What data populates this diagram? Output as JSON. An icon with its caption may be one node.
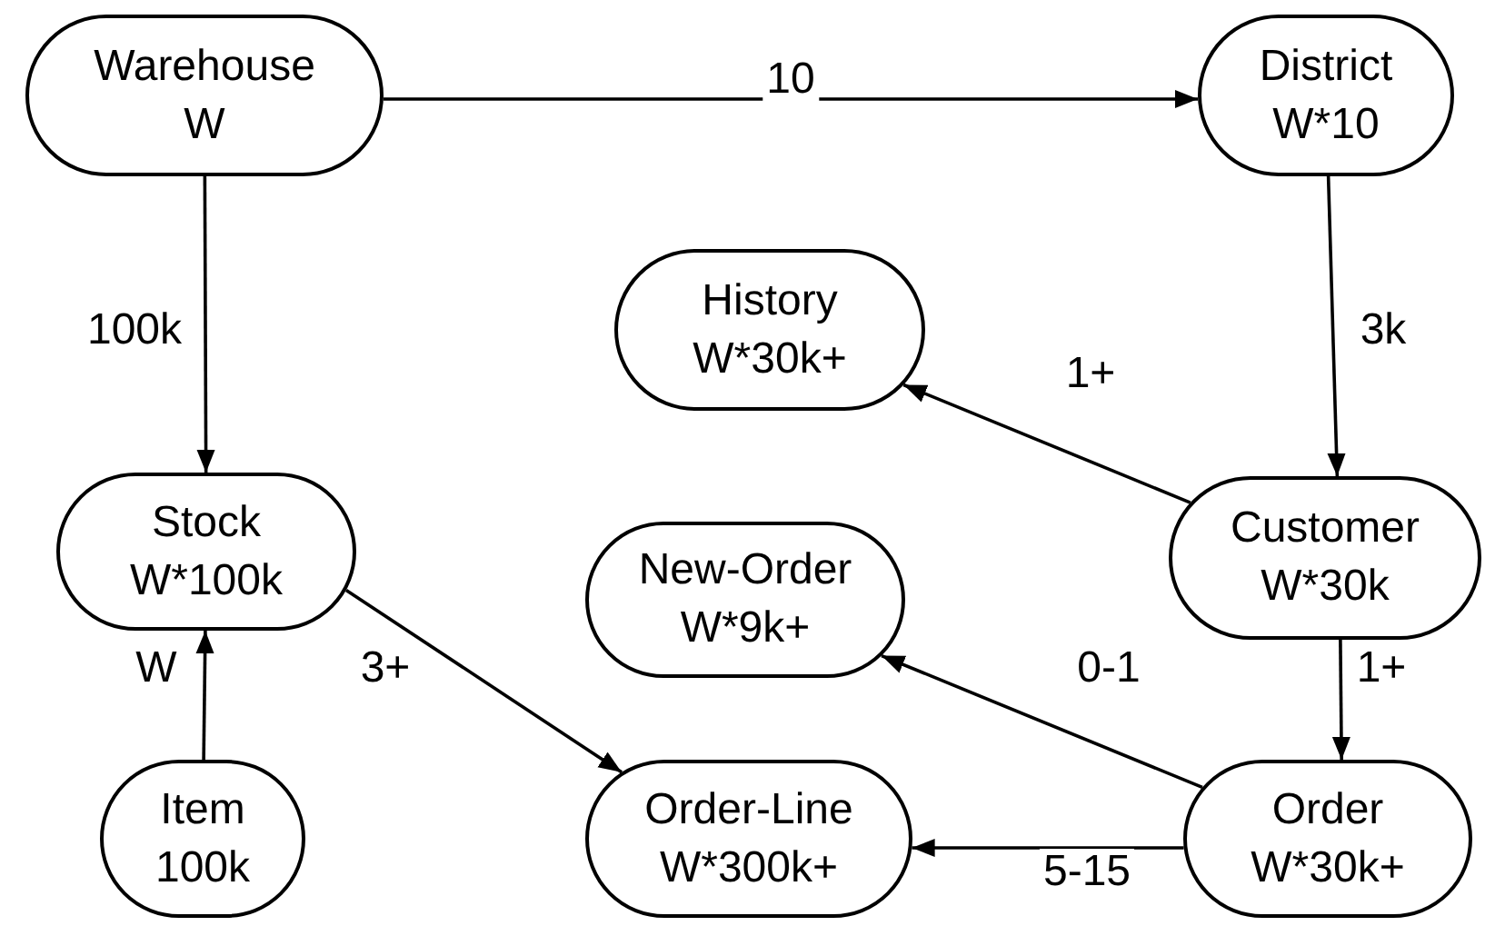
{
  "diagram": {
    "nodes": [
      {
        "text": [
          "Warehouse",
          "W"
        ]
      },
      {
        "text": [
          "District",
          "W*10"
        ]
      },
      {
        "text": [
          "History",
          "W*30k+"
        ]
      },
      {
        "text": [
          "Stock",
          "W*100k"
        ]
      },
      {
        "text": [
          "Customer",
          "W*30k"
        ]
      },
      {
        "text": [
          "New-Order",
          "W*9k+"
        ]
      },
      {
        "text": [
          "Item",
          "100k"
        ]
      },
      {
        "text": [
          "Order-Line",
          "W*300k+"
        ]
      },
      {
        "text": [
          "Order",
          "W*30k+"
        ]
      }
    ],
    "edges": [
      {
        "from": 0,
        "to": 1,
        "arrow": "to",
        "label": "10"
      },
      {
        "from": 0,
        "to": 3,
        "arrow": "to",
        "label": "100k"
      },
      {
        "from": 1,
        "to": 4,
        "arrow": "to",
        "label": "3k"
      },
      {
        "from": 4,
        "to": 2,
        "arrow": "to",
        "label": "1+"
      },
      {
        "from": 8,
        "to": 5,
        "arrow": "to",
        "label": "0-1"
      },
      {
        "from": 4,
        "to": 8,
        "arrow": "to",
        "label": "1+"
      },
      {
        "from": 8,
        "to": 7,
        "arrow": "to",
        "label": "5-15"
      },
      {
        "from": 6,
        "to": 3,
        "arrow": "to",
        "label": "W"
      },
      {
        "from": 3,
        "to": 7,
        "arrow": "to",
        "label": "3+"
      }
    ]
  }
}
